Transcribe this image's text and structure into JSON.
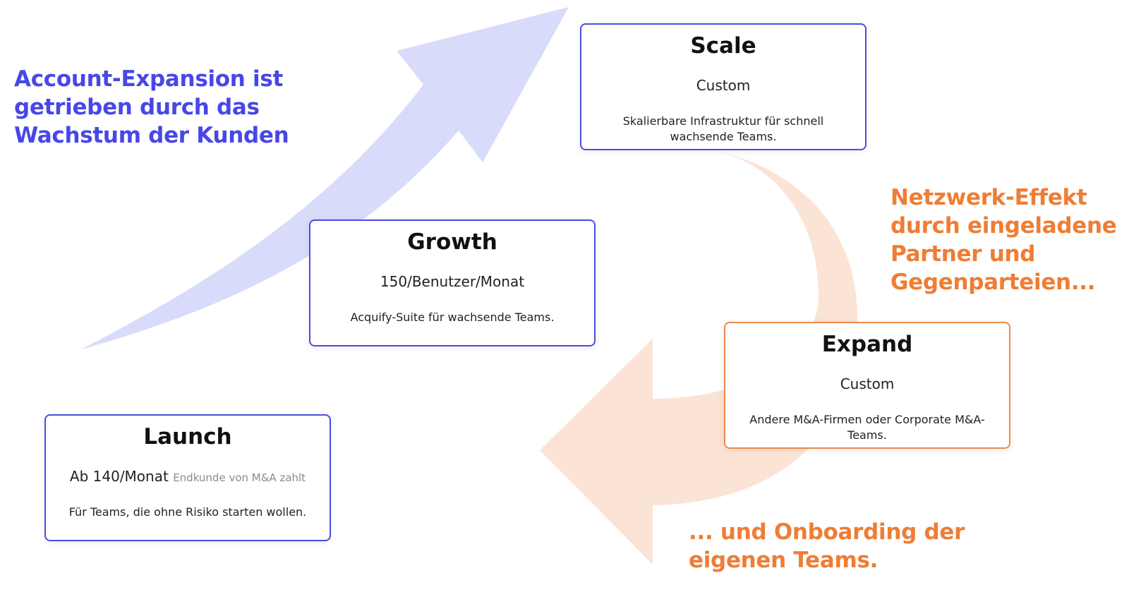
{
  "captions": {
    "left_lines": [
      "Account-Expansion ist",
      "getrieben durch das",
      "Wachstum der Kunden"
    ],
    "right_lines": [
      "Netzwerk-Effekt",
      "durch eingeladene",
      "Partner und",
      "Gegenparteien..."
    ],
    "bottom_lines": [
      "... und Onboarding der",
      "eigenen Teams."
    ]
  },
  "cards": {
    "scale": {
      "title": "Scale",
      "price": "Custom",
      "description": "Skalierbare Infrastruktur für schnell wachsende Teams."
    },
    "growth": {
      "title": "Growth",
      "price": "150/Benutzer/Monat",
      "description": "Acquify-Suite für wachsende Teams."
    },
    "expand": {
      "title": "Expand",
      "price": "Custom",
      "description": "Andere M&A-Firmen oder Corporate M&A-Teams."
    },
    "launch": {
      "title": "Launch",
      "price": "Ab 140/Monat",
      "price_note": "Endkunde von M&A zahlt",
      "description": "Für Teams, die ohne Risiko starten wollen."
    }
  },
  "colors": {
    "blue_accent": "#4747e8",
    "blue_arrow": "#d9dbfb",
    "orange_accent": "#ef7d33",
    "orange_arrow": "#fbe3d6"
  }
}
